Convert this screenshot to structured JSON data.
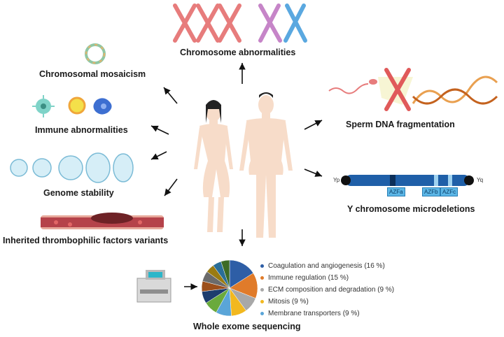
{
  "labels": {
    "chromosome_abnormalities": "Chromosome abnormalities",
    "chromosomal_mosaicism": "Chromosomal mosaicism",
    "immune_abnormalities": "Immune abnormalities",
    "genome_stability": "Genome stability",
    "thrombophilic": "Inherited thrombophilic factors variants",
    "sperm_dna": "Sperm DNA fragmentation",
    "y_microdeletions": "Y chromosome microdeletions",
    "wes": "Whole exome sequencing"
  },
  "y_chromosome": {
    "left_end": "Yp",
    "right_end": "Yq",
    "regions": [
      "AZFa",
      "AZFb",
      "AZFc"
    ]
  },
  "wes_legend": [
    {
      "label": "Coagulation and angiogenesis (16 %)",
      "color": "#2e5ea6"
    },
    {
      "label": "Immune regulation (15 %)",
      "color": "#e07b2a"
    },
    {
      "label": "ECM composition and degradation (9 %)",
      "color": "#a8a8a8"
    },
    {
      "label": "Mitosis (9 %)",
      "color": "#f2b81f"
    },
    {
      "label": "Membrane transporters (9 %)",
      "color": "#5aa5d8"
    }
  ],
  "pie_slices": [
    {
      "value": 16,
      "color": "#2e5ea6"
    },
    {
      "value": 15,
      "color": "#e07b2a"
    },
    {
      "value": 9,
      "color": "#a8a8a8"
    },
    {
      "value": 9,
      "color": "#f2b81f"
    },
    {
      "value": 9,
      "color": "#5aa5d8"
    },
    {
      "value": 8,
      "color": "#6aaa3c"
    },
    {
      "value": 7,
      "color": "#1d3d6e"
    },
    {
      "value": 6,
      "color": "#9c4f1a"
    },
    {
      "value": 6,
      "color": "#6b6b6b"
    },
    {
      "value": 5,
      "color": "#9a7b12"
    },
    {
      "value": 5,
      "color": "#2a6e98"
    },
    {
      "value": 5,
      "color": "#3d6b25"
    }
  ]
}
